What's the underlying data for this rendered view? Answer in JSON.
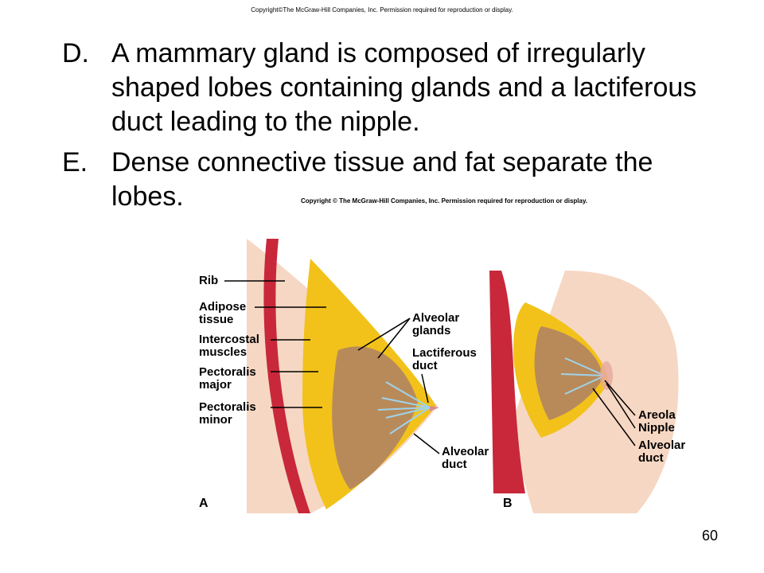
{
  "header": {
    "copyright": "Copyright©The McGraw-Hill Companies, Inc. Permission required for reproduction or display."
  },
  "bullets": [
    {
      "letter": "D.",
      "text": "A mammary gland is composed of irregularly shaped lobes containing glands and a lactiferous duct leading to the nipple."
    },
    {
      "letter": "E.",
      "text": "Dense connective tissue and fat separate the lobes."
    }
  ],
  "figure": {
    "copyright": "Copyright © The McGraw-Hill Companies, Inc. Permission required for reproduction or display.",
    "panel_a": {
      "letter": "A",
      "labels": {
        "rib": "Rib",
        "adipose": "Adipose\ntissue",
        "intercostal": "Intercostal\nmuscles",
        "pect_major": "Pectoralis\nmajor",
        "pect_minor": "Pectoralis\nminor",
        "alveolar_glands": "Alveolar\nglands",
        "lactiferous": "Lactiferous\nduct",
        "alveolar_duct": "Alveolar\nduct"
      }
    },
    "panel_b": {
      "letter": "B",
      "labels": {
        "areola": "Areola",
        "nipple": "Nipple",
        "alveolar_duct": "Alveolar\nduct"
      }
    }
  },
  "page_number": "60",
  "colors": {
    "fat": "#f2c21b",
    "muscle": "#c8283a",
    "gland": "#b88a5a",
    "skin": "#f6d7c3",
    "duct": "#9fd3ea"
  }
}
